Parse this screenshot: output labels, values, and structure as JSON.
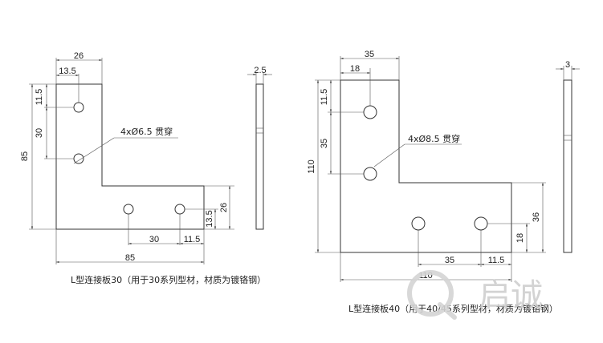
{
  "left": {
    "dims": {
      "top_width": "26",
      "hole_offset_x": "13.5",
      "hole_offset_y": "11.5",
      "hole_pitch_v": "30",
      "total_height": "85",
      "hole_pitch_h": "30",
      "edge_offset": "11.5",
      "bottom_hole_y": "13.5",
      "bottom_height": "26",
      "total_width": "85",
      "thickness": "2.5"
    },
    "callout": "4xØ6.5  贯穿",
    "caption": "L型连接板30（用于30系列型材，材质为镀铬钢）"
  },
  "right": {
    "dims": {
      "top_width": "35",
      "hole_offset_x": "18",
      "hole_offset_y": "11.5",
      "hole_pitch_v": "35",
      "total_height": "110",
      "hole_pitch_h": "35",
      "edge_offset": "11.5",
      "bottom_hole_y": "18",
      "bottom_height": "36",
      "total_width": "110",
      "thickness": "3"
    },
    "callout": "4xØ8.5  贯穿",
    "caption": "L型连接板40（用于40/45系列型材，材质为镀铬钢）"
  },
  "watermark": {
    "text": "启诚"
  }
}
